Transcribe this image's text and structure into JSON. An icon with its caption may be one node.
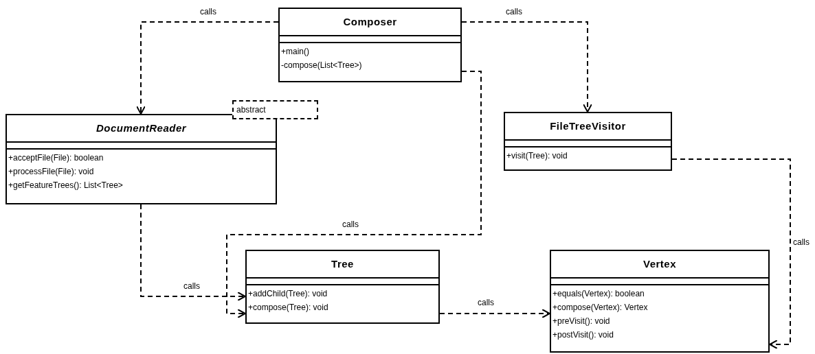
{
  "diagram": {
    "nodes": [
      {
        "text": [
          "Composer",
          "+main()",
          "-compose(List<Tree>)"
        ]
      },
      {
        "text": [
          "DocumentReader",
          "+acceptFile(File): boolean",
          "+processFile(File): void",
          "+getFeatureTrees(): List<Tree>"
        ],
        "beside": [
          "abstract"
        ]
      },
      {
        "text": [
          "FileTreeVisitor",
          "+visit(Tree): void"
        ]
      },
      {
        "text": [
          "Tree",
          "+addChild(Tree): void",
          "+compose(Tree): void"
        ]
      },
      {
        "text": [
          "Vertex",
          "+equals(Vertex): boolean",
          "+compose(Vertex): Vertex",
          "+preVisit(): void",
          "+postVisit(): void"
        ]
      }
    ],
    "edges": [
      {
        "from": 0,
        "to": 1,
        "arrow": "to",
        "label": "calls",
        "style": "dashed"
      },
      {
        "from": 0,
        "to": 2,
        "arrow": "to",
        "label": "calls",
        "style": "dashed"
      },
      {
        "from": 0,
        "to": 3,
        "arrow": "to",
        "label": "calls",
        "style": "dashed"
      },
      {
        "from": 1,
        "to": 3,
        "arrow": "to",
        "label": "calls",
        "style": "dashed"
      },
      {
        "from": 3,
        "to": 4,
        "arrow": "to",
        "label": "calls",
        "style": "dashed"
      },
      {
        "from": 2,
        "to": 4,
        "arrow": "to",
        "label": "calls",
        "style": "dashed"
      }
    ]
  }
}
